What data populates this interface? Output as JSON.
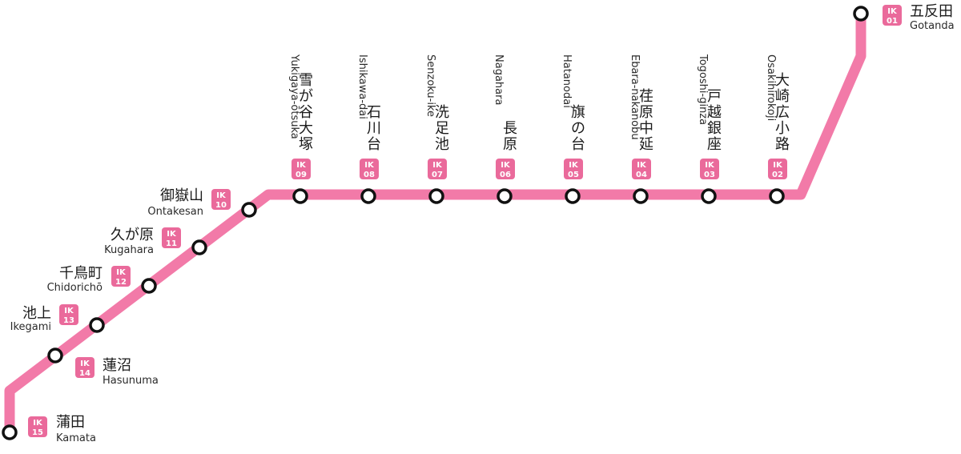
{
  "line": {
    "color": "#f27aa8",
    "badge_color": "#ea6a9b"
  },
  "stations": [
    {
      "code_prefix": "IK",
      "code_num": "01",
      "name_ja": "五反田",
      "name_en": "Gotanda"
    },
    {
      "code_prefix": "IK",
      "code_num": "02",
      "name_ja": "大崎広小路",
      "name_en": "Osakihirokoji"
    },
    {
      "code_prefix": "IK",
      "code_num": "03",
      "name_ja": "戸越銀座",
      "name_en": "Togoshi-ginza"
    },
    {
      "code_prefix": "IK",
      "code_num": "04",
      "name_ja": "荏原中延",
      "name_en": "Ebara-nakanobu"
    },
    {
      "code_prefix": "IK",
      "code_num": "05",
      "name_ja": "旗の台",
      "name_en": "Hatanodai"
    },
    {
      "code_prefix": "IK",
      "code_num": "06",
      "name_ja": "長原",
      "name_en": "Nagahara"
    },
    {
      "code_prefix": "IK",
      "code_num": "07",
      "name_ja": "洗足池",
      "name_en": "Senzoku-ike"
    },
    {
      "code_prefix": "IK",
      "code_num": "08",
      "name_ja": "石川台",
      "name_en": "Ishikawa-dai"
    },
    {
      "code_prefix": "IK",
      "code_num": "09",
      "name_ja": "雪が谷大塚",
      "name_en": "Yukigaya-ōtsuka"
    },
    {
      "code_prefix": "IK",
      "code_num": "10",
      "name_ja": "御嶽山",
      "name_en": "Ontakesan"
    },
    {
      "code_prefix": "IK",
      "code_num": "11",
      "name_ja": "久が原",
      "name_en": "Kugahara"
    },
    {
      "code_prefix": "IK",
      "code_num": "12",
      "name_ja": "千鳥町",
      "name_en": "Chidorichō"
    },
    {
      "code_prefix": "IK",
      "code_num": "13",
      "name_ja": "池上",
      "name_en": "Ikegami"
    },
    {
      "code_prefix": "IK",
      "code_num": "14",
      "name_ja": "蓮沼",
      "name_en": "Hasunuma"
    },
    {
      "code_prefix": "IK",
      "code_num": "15",
      "name_ja": "蒲田",
      "name_en": "Kamata"
    }
  ]
}
